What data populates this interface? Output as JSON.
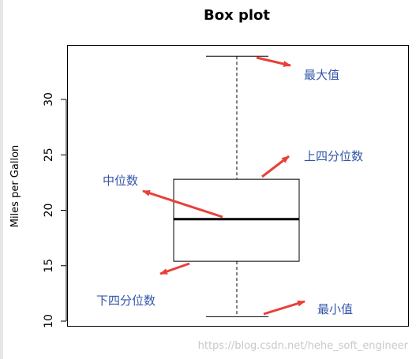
{
  "chart_data": {
    "type": "box",
    "title": "Box plot",
    "ylabel": "Miles per Gallon",
    "xlabel": "",
    "ylim": [
      10,
      34
    ],
    "yticks": [
      10,
      15,
      20,
      25,
      30
    ],
    "stats": {
      "min": 10.4,
      "q1": 15.4,
      "median": 19.2,
      "q3": 22.8,
      "max": 33.9
    },
    "annotations": {
      "max": "最大值",
      "q3": "上四分位数",
      "median": "中位数",
      "q1": "下四分位数",
      "min": "最小值"
    },
    "arrow_color": "#e8403a"
  },
  "watermark": "https://blog.csdn.net/hehe_soft_engineer"
}
